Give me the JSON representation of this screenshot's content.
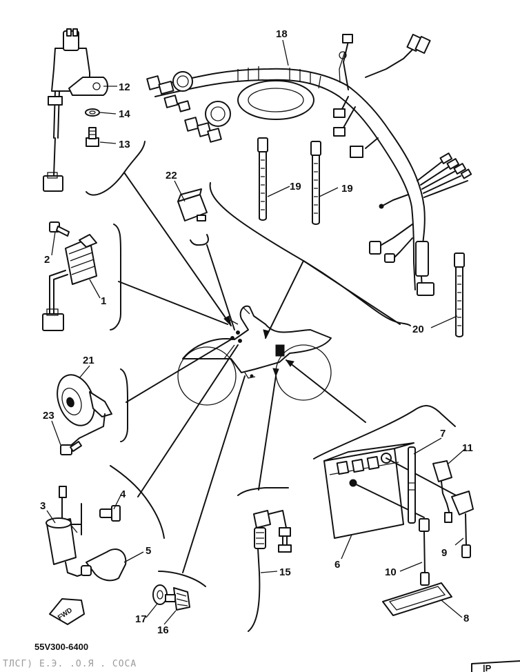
{
  "diagram": {
    "drawing_code": "55V300-6400",
    "footer_smudge": "ТЛСГ) Е.Э. .О.Я . СОСА",
    "corner_mark": "|P",
    "fwd_label": "FWD",
    "callouts": [
      {
        "id": "c1",
        "text": "1"
      },
      {
        "id": "c2",
        "text": "2"
      },
      {
        "id": "c3",
        "text": "3"
      },
      {
        "id": "c4",
        "text": "4"
      },
      {
        "id": "c5",
        "text": "5"
      },
      {
        "id": "c6",
        "text": "6"
      },
      {
        "id": "c7",
        "text": "7"
      },
      {
        "id": "c8",
        "text": "8"
      },
      {
        "id": "c9",
        "text": "9"
      },
      {
        "id": "c10",
        "text": "10"
      },
      {
        "id": "c11",
        "text": "11"
      },
      {
        "id": "c12",
        "text": "12"
      },
      {
        "id": "c13",
        "text": "13"
      },
      {
        "id": "c14",
        "text": "14"
      },
      {
        "id": "c15",
        "text": "15"
      },
      {
        "id": "c16",
        "text": "16"
      },
      {
        "id": "c17",
        "text": "17"
      },
      {
        "id": "c18",
        "text": "18"
      },
      {
        "id": "c19a",
        "text": "19"
      },
      {
        "id": "c19b",
        "text": "19"
      },
      {
        "id": "c20",
        "text": "20"
      },
      {
        "id": "c21",
        "text": "21"
      },
      {
        "id": "c22",
        "text": "22"
      },
      {
        "id": "c23",
        "text": "23"
      }
    ]
  }
}
